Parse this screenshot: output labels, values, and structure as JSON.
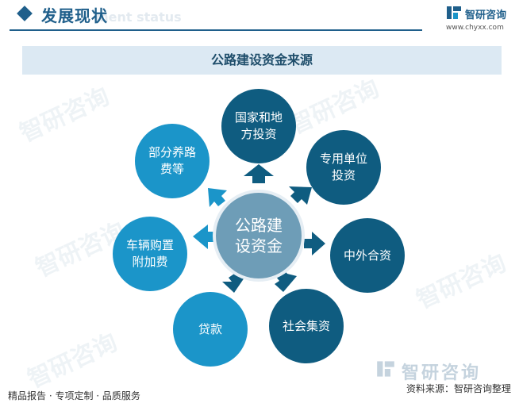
{
  "header": {
    "title": "发展现状",
    "subtitle": "ment status"
  },
  "logo": {
    "name": "智研咨询",
    "url": "www.chyxx.com"
  },
  "diagram": {
    "title": "公路建设资金来源",
    "center": "公路建设资金",
    "nodes": [
      {
        "label": "国家和地方投资"
      },
      {
        "label": "专用单位投资"
      },
      {
        "label": "中外合资"
      },
      {
        "label": "社会集资"
      },
      {
        "label": "贷款"
      },
      {
        "label": "车辆购置附加费"
      },
      {
        "label": "部分养路费等"
      }
    ]
  },
  "watermark": "智研咨询",
  "bottom_brand": "智研咨询",
  "footer": {
    "left": "精品报告 · 专项定制 · 品质服务",
    "right": "资料来源：智研咨询整理"
  },
  "colors": {
    "primary": "#1f5f8b",
    "node_dark": "#0f5c80",
    "node_light": "#1b95c9",
    "center": "#6e9db7"
  }
}
